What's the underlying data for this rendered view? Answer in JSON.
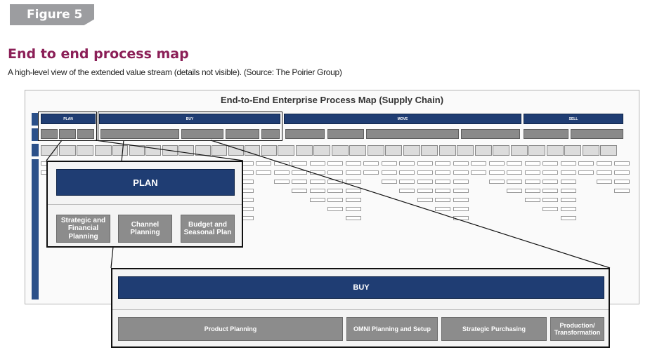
{
  "figure": {
    "label": "Figure 5"
  },
  "header": {
    "title": "End to end process map",
    "subtitle": "A high-level view of the extended value stream (details not visible). (Source: The Poirier Group)"
  },
  "map": {
    "title": "End-to-End Enterprise Process Map (Supply Chain)",
    "level1": [
      "PLAN",
      "BUY",
      "MOVE",
      "SELL"
    ],
    "level2": {
      "plan": [
        "Strategic and Financial Planning",
        "Channel Planning",
        "Budget and Seasonal Plan"
      ],
      "buy": [
        "Product Planning",
        "OMNI Planning and Setup",
        "Strategic Purchasing",
        "Production/ Transformation"
      ]
    }
  },
  "zoom_plan": {
    "header": "PLAN",
    "boxes": [
      "Strategic and Financial Planning",
      "Channel Planning",
      "Budget and Seasonal Plan"
    ]
  },
  "zoom_buy": {
    "header": "BUY",
    "boxes": [
      "Product Planning",
      "OMNI Planning and Setup",
      "Strategic Purchasing",
      "Production/ Transformation"
    ]
  },
  "colors": {
    "navy": "#1f3d73",
    "gray": "#8c8c8c",
    "title": "#8b1f57",
    "tab": "#9c9da0"
  }
}
